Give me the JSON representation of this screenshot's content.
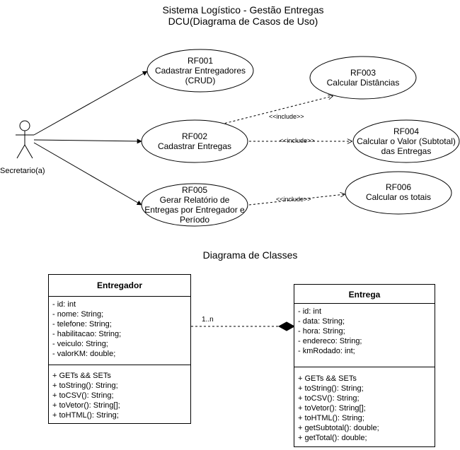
{
  "titles": {
    "dcu_line1": "Sistema Logístico - Gestão Entregas",
    "dcu_line2": "DCU(Diagrama de Casos de Uso)",
    "classes": "Diagrama de Classes"
  },
  "actor": {
    "label": "Secretario(a)"
  },
  "use_cases": [
    {
      "id": "RF001",
      "line1": "RF001",
      "line2": "Cadastrar Entregadores",
      "line3": "(CRUD)"
    },
    {
      "id": "RF002",
      "line1": "RF002",
      "line2": "Cadastrar Entregas",
      "line3": ""
    },
    {
      "id": "RF003",
      "line1": "RF003",
      "line2": "Calcular Distâncias",
      "line3": ""
    },
    {
      "id": "RF004",
      "line1": "RF004",
      "line2": "Calcular o Valor (Subtotal)",
      "line3": "das Entregas"
    },
    {
      "id": "RF005",
      "line1": "RF005",
      "line2": "Gerar Relatório de",
      "line3": "Entregas por Entregador e",
      "line4": "Período"
    },
    {
      "id": "RF006",
      "line1": "RF006",
      "line2": "Calcular os totais",
      "line3": ""
    }
  ],
  "relations": {
    "include_label": "<<include>>",
    "multiplicity": "1..n"
  },
  "classes": {
    "entregador": {
      "name": "Entregador",
      "attributes": [
        "- id: int",
        "- nome: String;",
        "- telefone: String;",
        "- habilitacao: String;",
        "- veiculo: String;",
        "- valorKM: double;"
      ],
      "methods": [
        "+ GETs && SETs",
        "+ toString(): String;",
        "+ toCSV(): String;",
        "+ toVetor(): String[];",
        "+ toHTML(): String;"
      ]
    },
    "entrega": {
      "name": "Entrega",
      "attributes": [
        "- id: int",
        "- data: String;",
        "- hora: String;",
        "- endereco: String;",
        "- kmRodado: int;"
      ],
      "methods": [
        "+ GETs && SETs",
        "+ toString(): String;",
        "+ toCSV(): String;",
        "+ toVetor(): String[];",
        "+ toHTML(): String;",
        "+ getSubtotal(): double;",
        "+ getTotal(): double;"
      ]
    }
  }
}
